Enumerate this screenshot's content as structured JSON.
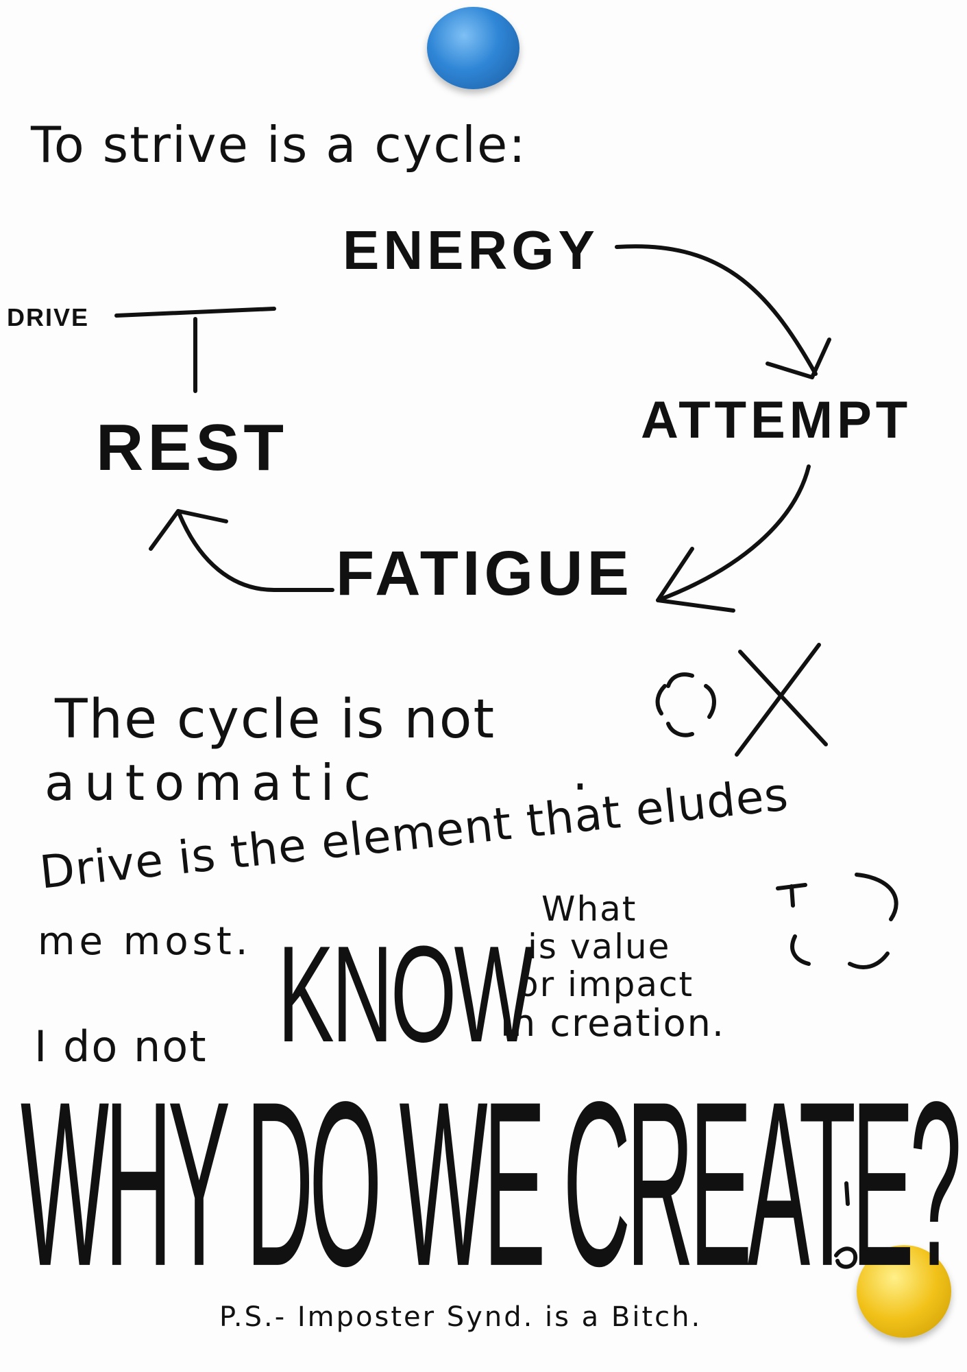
{
  "note": {
    "title": "To strive is a cycle:",
    "cycle": {
      "energy": "ENERGY",
      "attempt": "ATTEMPT",
      "fatigue": "FATIGUE",
      "rest": "REST",
      "drive": "DRIVE"
    },
    "line1a": "The cycle is not",
    "line1b": "automatic",
    "period": ".",
    "x_mark": "X",
    "line2a": "Drive is the element that eludes",
    "line2b": "me most.",
    "question_small_1": "What",
    "question_small_2": "is value",
    "question_small_3": "or impact",
    "question_small_4": "in creation.",
    "line3a": "I do not",
    "know": "KNOW",
    "big_question": "WHY DO WE CREATE?",
    "ps": "P.S.- Imposter Synd. is a Bitch."
  },
  "colors": {
    "ink": "#111111",
    "magnet_blue": "#2f86d6",
    "magnet_yellow": "#f2c21a",
    "paper": "#fdfdfd"
  }
}
